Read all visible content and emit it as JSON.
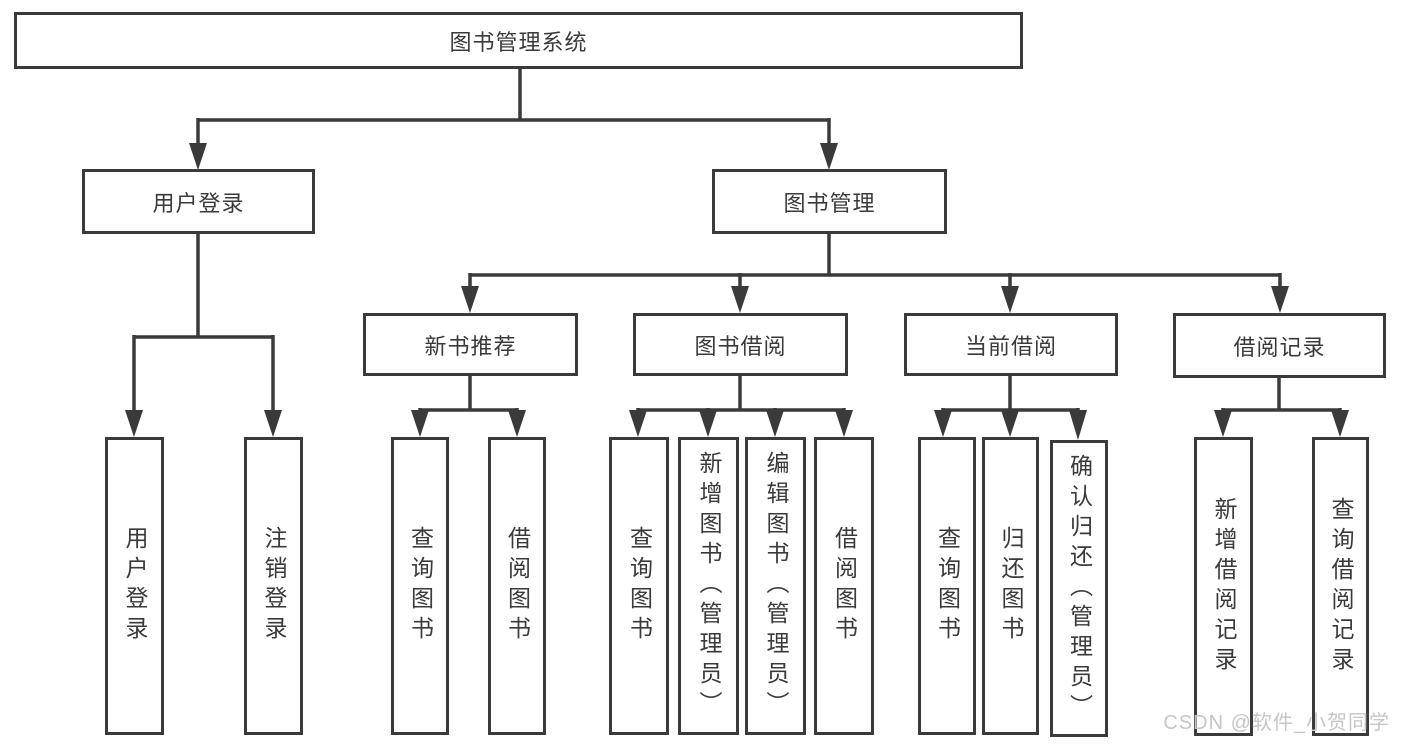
{
  "diagram_type": "functional-structure-tree",
  "colors": {
    "line": "#3a3a3a",
    "box_border": "#3a3a3a",
    "text": "#3a3a3a",
    "background": "#ffffff",
    "watermark": "#c6c6c6"
  },
  "tree": {
    "root": {
      "label": "图书管理系统"
    },
    "branches": [
      {
        "label": "用户登录",
        "children": [
          {
            "label": "用户登录"
          },
          {
            "label": "注销登录"
          }
        ]
      },
      {
        "label": "图书管理",
        "children": [
          {
            "label": "新书推荐",
            "children": [
              {
                "label": "查询图书"
              },
              {
                "label": "借阅图书"
              }
            ]
          },
          {
            "label": "图书借阅",
            "children": [
              {
                "label": "查询图书"
              },
              {
                "label": "新增图书（管理员）"
              },
              {
                "label": "编辑图书（管理员）"
              },
              {
                "label": "借阅图书"
              }
            ]
          },
          {
            "label": "当前借阅",
            "children": [
              {
                "label": "查询图书"
              },
              {
                "label": "归还图书"
              },
              {
                "label": "确认归还（管理员）"
              }
            ]
          },
          {
            "label": "借阅记录",
            "children": [
              {
                "label": "新增借阅记录"
              },
              {
                "label": "查询借阅记录"
              }
            ]
          }
        ]
      }
    ]
  },
  "watermark": {
    "text": "CSDN @软件_小贺同学"
  }
}
